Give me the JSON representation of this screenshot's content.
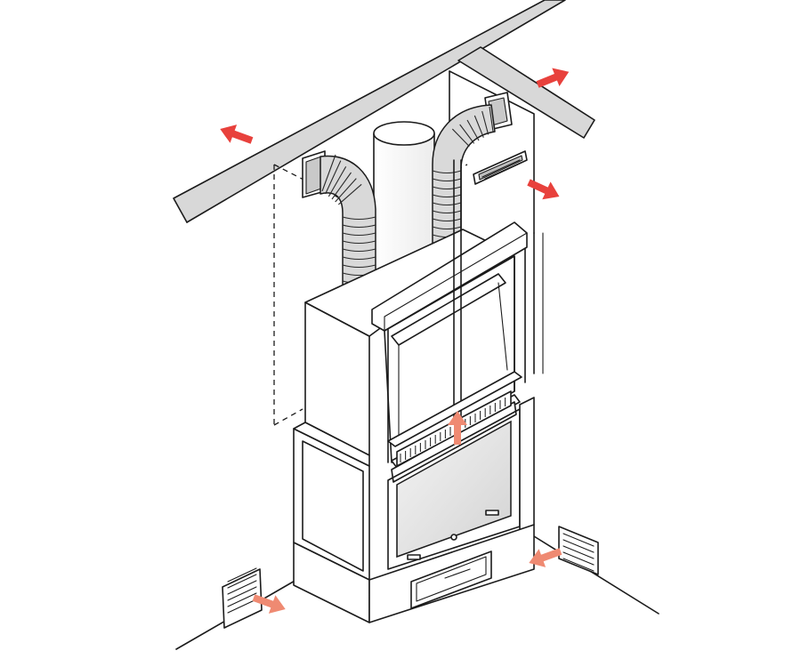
{
  "colors": {
    "line": "#1b1b1b",
    "beam_fill": "#d8d8d8",
    "duct_fill": "#d9d9d9",
    "glass_fill": "#e6e6e6",
    "arrow_red": "#e8413c",
    "arrow_soft": "#ef8a72"
  },
  "arrows": [
    {
      "id": "ceiling-left",
      "direction": "up-left",
      "tone": "red"
    },
    {
      "id": "ceiling-right",
      "direction": "up-right",
      "tone": "red"
    },
    {
      "id": "wall-vent",
      "direction": "down-right",
      "tone": "red"
    },
    {
      "id": "firebox-up",
      "direction": "up",
      "tone": "soft"
    },
    {
      "id": "floor-left",
      "direction": "right",
      "tone": "soft"
    },
    {
      "id": "floor-right",
      "direction": "left",
      "tone": "soft"
    }
  ]
}
